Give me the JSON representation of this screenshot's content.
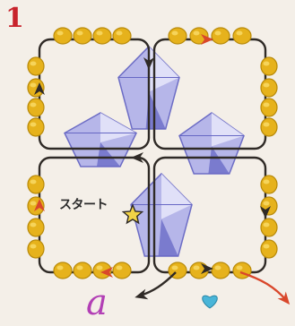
{
  "step_number": "1",
  "start_label": "スタート",
  "corner_label": "a",
  "colors": {
    "background": "#f4efe8",
    "bead_yellow": "#e6b21c",
    "bead_yellow_light": "#f7d762",
    "bead_outline": "#b88a0a",
    "thread": "#2f2a26",
    "arrow_red": "#d9472b",
    "crystal_fill": "#b3b3ea",
    "crystal_dark": "#6667c4",
    "crystal_light": "#e4e4fa",
    "heart_blue": "#49b5d8",
    "step_number_red": "#c8232c",
    "label_purple": "#b23fb5",
    "start_star": "#f1d246"
  },
  "icons": {
    "start_marker": "star-icon",
    "heart_marker": "heart-icon",
    "thread_arrows": "arrowhead-icon"
  }
}
